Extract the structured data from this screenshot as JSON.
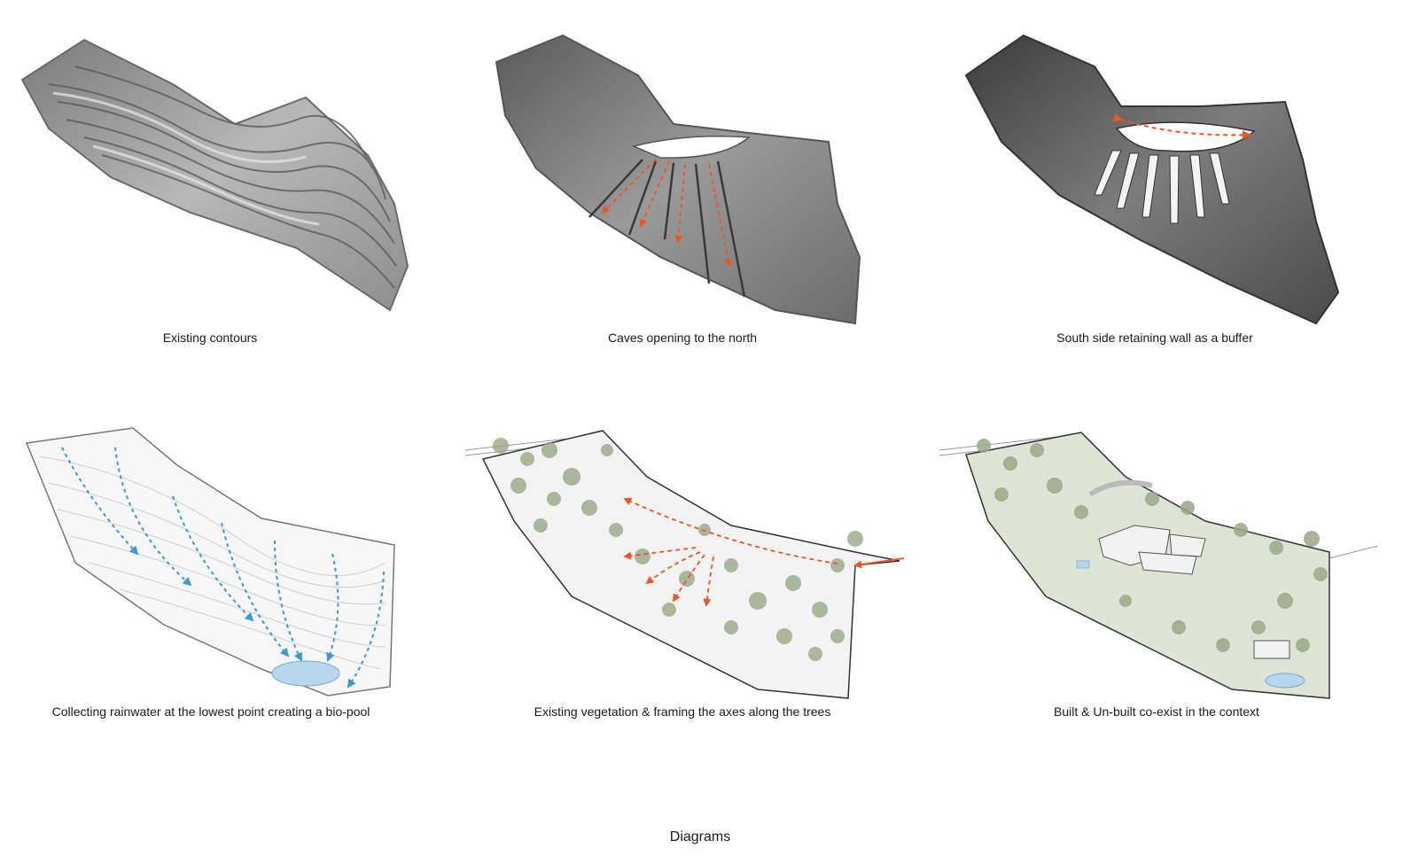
{
  "diagrams": [
    {
      "caption": "Existing contours"
    },
    {
      "caption": "Caves opening to the north"
    },
    {
      "caption": "South side retaining wall as a buffer"
    },
    {
      "caption": "Collecting rainwater at the lowest point creating a bio-pool"
    },
    {
      "caption": "Existing vegetation & framing the axes along the trees"
    },
    {
      "caption": "Built & Un-built co-exist in the context"
    }
  ],
  "footer": {
    "title": "Diagrams"
  },
  "colors": {
    "pencil_dark": "#4a4a4a",
    "pencil_light": "#c9c9c9",
    "arrow_orange": "#ee5522",
    "water_blue": "#3a9ad9",
    "pool_blue": "#b6d7ee",
    "tree_green": "#9aa887"
  }
}
